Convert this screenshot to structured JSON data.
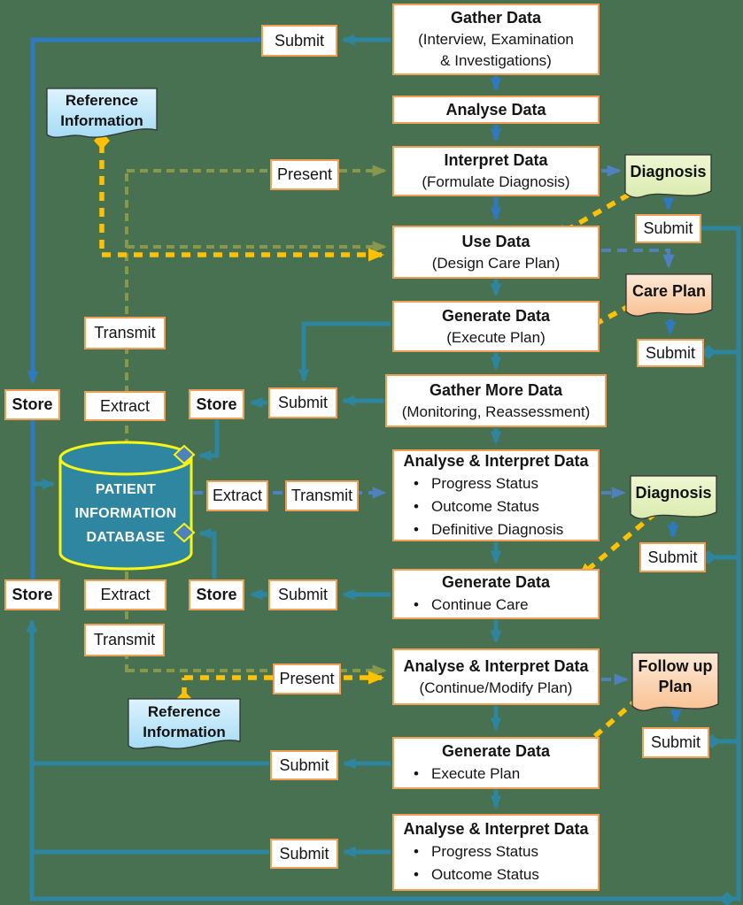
{
  "colors": {
    "background": "#477150",
    "box_border": "#efa054",
    "arrow_blue": "#2e79c0",
    "arrow_teal": "#2e85a0",
    "dashed_blue": "#4e81bd",
    "dashed_olive": "#88984a",
    "dashed_yellow": "#ffc103",
    "database_fill": "#2e86a0",
    "database_stroke": "#f7f713",
    "diagnosis_fill": "#e0efb4",
    "plan_fill": "#fbcfa2",
    "reference_fill": "#c3e8f8"
  },
  "flow": {
    "boxes": [
      {
        "title": "Gather Data",
        "sub": [
          "(Interview, Examination",
          "& Investigations)"
        ]
      },
      {
        "title": "Analyse Data"
      },
      {
        "title": "Interpret Data",
        "sub": [
          "(Formulate Diagnosis)"
        ]
      },
      {
        "title": "Use Data",
        "sub": [
          "(Design Care Plan)"
        ]
      },
      {
        "title": "Generate Data",
        "sub": [
          "(Execute Plan)"
        ]
      },
      {
        "title": "Gather More Data",
        "sub": [
          "(Monitoring, Reassessment)"
        ]
      },
      {
        "title": "Analyse & Interpret Data",
        "bullets": [
          "Progress Status",
          "Outcome Status",
          "Definitive Diagnosis"
        ]
      },
      {
        "title": "Generate Data",
        "bullets": [
          "Continue Care"
        ]
      },
      {
        "title": "Analyse & Interpret Data",
        "sub": [
          "(Continue/Modify Plan)"
        ]
      },
      {
        "title": "Generate Data",
        "bullets": [
          "Execute Plan"
        ]
      },
      {
        "title": "Analyse & Interpret Data",
        "bullets": [
          "Progress Status",
          "Outcome Status"
        ]
      }
    ]
  },
  "labels": {
    "submit": "Submit",
    "present": "Present",
    "transmit": "Transmit",
    "extract": "Extract",
    "store": "Store"
  },
  "documents": {
    "reference_information": {
      "line1": "Reference",
      "line2": "Information"
    },
    "diagnosis": "Diagnosis",
    "care_plan": "Care Plan",
    "follow_up": {
      "line1": "Follow up",
      "line2": "Plan"
    }
  },
  "database": {
    "line1": "PATIENT",
    "line2": "INFORMATION",
    "line3": "DATABASE"
  }
}
